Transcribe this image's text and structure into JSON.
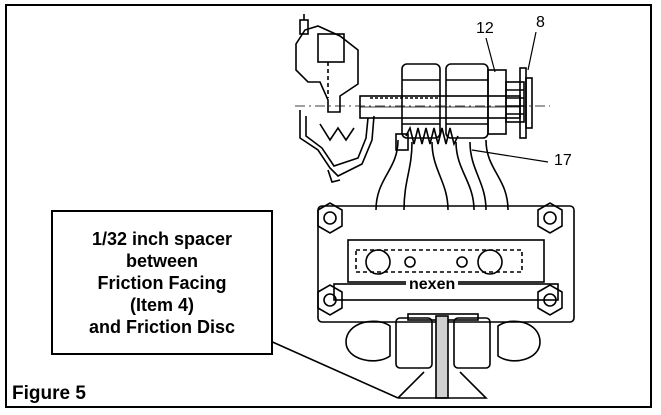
{
  "figure": {
    "label": "Figure  5",
    "brand": "nexen",
    "callout_lines": [
      "1/32 inch spacer",
      "between",
      "Friction Facing",
      "(Item 4)",
      "and Friction Disc"
    ],
    "refs": {
      "r12": "12",
      "r8": "8",
      "r17": "17"
    }
  }
}
